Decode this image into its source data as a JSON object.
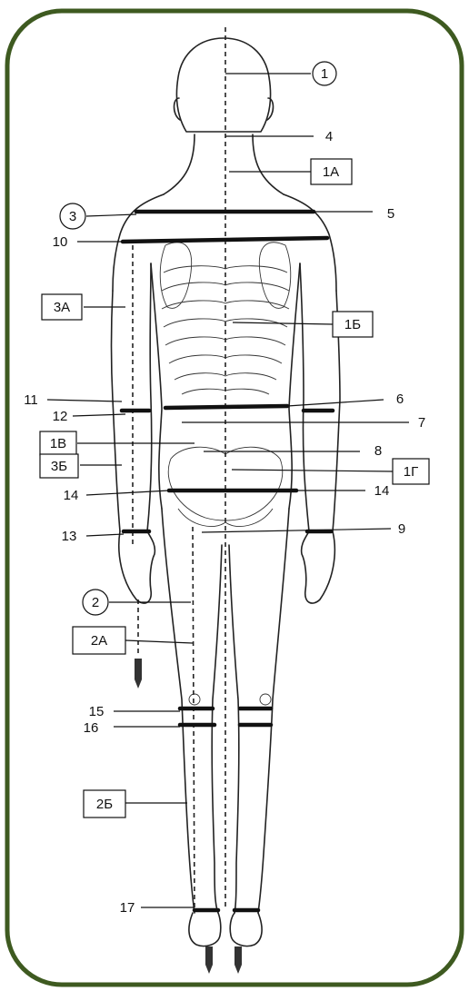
{
  "colors": {
    "frame": "#3e5a20",
    "ink": "#111111",
    "background": "#ffffff"
  },
  "labels": {
    "n1": "1",
    "n1a": "1А",
    "n1b": "1Б",
    "n1v": "1В",
    "n1g": "1Г",
    "n2": "2",
    "n2a": "2А",
    "n2b": "2Б",
    "n3": "3",
    "n3a": "3А",
    "n3b": "3Б",
    "n4": "4",
    "n5": "5",
    "n6": "6",
    "n7": "7",
    "n8": "8",
    "n9": "9",
    "n10": "10",
    "n11": "11",
    "n12": "12",
    "n13": "13",
    "n14_left": "14",
    "n14_right": "14",
    "n15": "15",
    "n16": "16",
    "n17": "17"
  }
}
